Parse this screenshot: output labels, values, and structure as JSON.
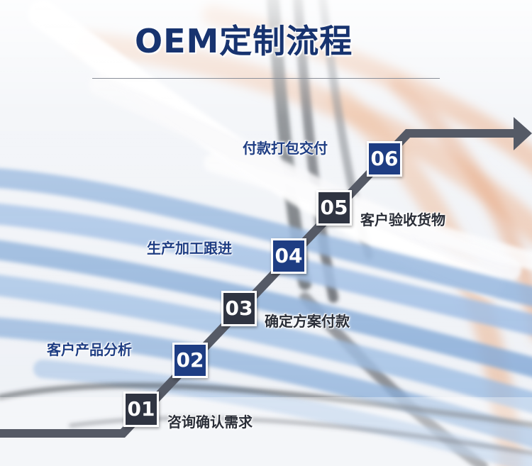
{
  "title": "OEM定制流程",
  "steps": [
    {
      "number": "01",
      "label": "咨询确认需求"
    },
    {
      "number": "02",
      "label": "客户产品分析"
    },
    {
      "number": "03",
      "label": "确定方案付款"
    },
    {
      "number": "04",
      "label": "生产加工跟进"
    },
    {
      "number": "05",
      "label": "客户验收货物"
    },
    {
      "number": "06",
      "label": "付款打包交付"
    }
  ],
  "colors": {
    "title": "#17336f",
    "box_dark": "#2f3441",
    "box_blue": "#1e3d83",
    "label_dark": "#2a2e38",
    "label_blue": "#1e3d83",
    "path": "#555a66"
  },
  "icons": [
    "flow-arrow-icon"
  ]
}
